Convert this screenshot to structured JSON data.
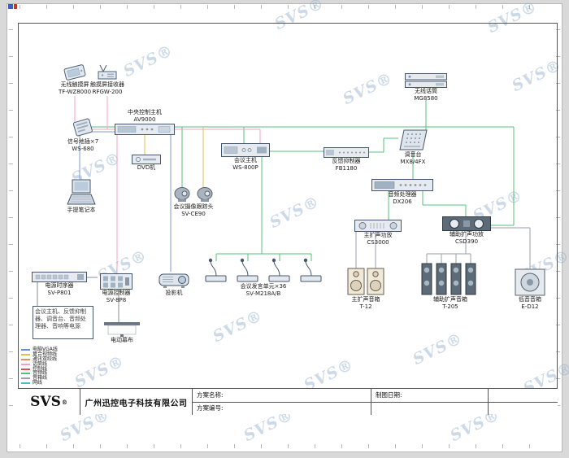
{
  "watermark": "SVS®",
  "devices": [
    {
      "label": "无线触摸屏",
      "model": "TF-WZ8000"
    },
    {
      "label": "触摸屏接收器",
      "model": "RFGW-200"
    },
    {
      "label": "中央控制主机",
      "model": "AV9000"
    },
    {
      "label": "信号地插×7",
      "model": "WS-680"
    },
    {
      "label": "手提笔记本",
      "model": ""
    },
    {
      "label": "DVD机",
      "model": ""
    },
    {
      "label": "会议主机",
      "model": "WS-800P"
    },
    {
      "label": "会议摄像跟踪头",
      "model": "SV-CE90"
    },
    {
      "label": "无线话筒",
      "model": "MG8580"
    },
    {
      "label": "调音台",
      "model": "MX8/4FX"
    },
    {
      "label": "反馈抑制器",
      "model": "FB1180"
    },
    {
      "label": "音频处理器",
      "model": "DX206"
    },
    {
      "label": "主扩声功放",
      "model": "CS3000"
    },
    {
      "label": "辅助扩声功放",
      "model": "CSD390"
    },
    {
      "label": "会议发言单元×36",
      "model": "SV-M218A/B"
    },
    {
      "label": "主扩声音箱",
      "model": "T-12"
    },
    {
      "label": "辅助扩声音箱",
      "model": "T-205"
    },
    {
      "label": "低音音箱",
      "model": "E-D12"
    },
    {
      "label": "电源时序器",
      "model": "SV-P801"
    },
    {
      "label": "电源控制器",
      "model": "SV-8P8"
    },
    {
      "label": "投影机",
      "model": ""
    },
    {
      "label": "电动幕布",
      "model": ""
    }
  ],
  "note_box": "会议主机、反馈抑制器、调音台、音频处理器、音响等电源",
  "legend": {
    "items": [
      {
        "label": "电脑VGA线",
        "color": "#6a8ed6"
      },
      {
        "label": "复合视频线",
        "color": "#e2c24f"
      },
      {
        "label": "通讯双绞线",
        "color": "#e8914f"
      },
      {
        "label": "话筒线",
        "color": "#f0a3c4"
      },
      {
        "label": "控制线",
        "color": "#d9534f"
      },
      {
        "label": "音频线",
        "color": "#55c07e"
      },
      {
        "label": "音箱线",
        "color": "#9aa1a8"
      },
      {
        "label": "网线",
        "color": "#4fb8d8"
      }
    ]
  },
  "titleblock": {
    "logo": "SVS",
    "reg": "®",
    "company": "广州迅控电子科技有限公司",
    "scheme_name_label": "方案名称:",
    "scheme_no_label": "方案编号:",
    "date_label": "制图日期:"
  },
  "wire_colors": {
    "control_green": "#55c07e",
    "mic_pink": "#f0a3c4",
    "vga_blue": "#7c9ed6",
    "video_yellow": "#e2c24f",
    "speaker_gray": "#9aa1a8",
    "power_gray": "#8a8f94"
  }
}
